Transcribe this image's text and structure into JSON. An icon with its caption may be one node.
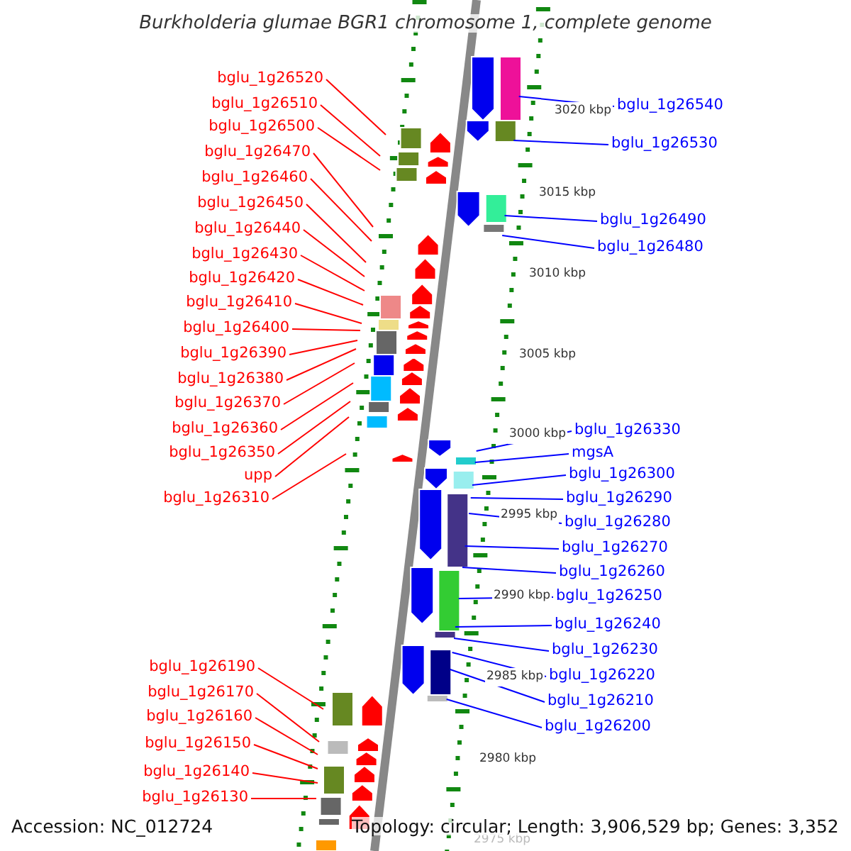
{
  "diagram": {
    "title": "Burkholderia glumae BGR1 chromosome 1, complete genome",
    "nodes": [
      {
        "text": [
          "bglu_1g26520"
        ]
      },
      {
        "text": [
          "bglu_1g26510"
        ]
      },
      {
        "text": [
          "bglu_1g26500"
        ]
      },
      {
        "text": [
          "bglu_1g26470"
        ]
      },
      {
        "text": [
          "bglu_1g26460"
        ]
      },
      {
        "text": [
          "bglu_1g26450"
        ]
      },
      {
        "text": [
          "bglu_1g26440"
        ]
      },
      {
        "text": [
          "bglu_1g26430"
        ]
      },
      {
        "text": [
          "bglu_1g26420"
        ]
      },
      {
        "text": [
          "bglu_1g26410"
        ]
      },
      {
        "text": [
          "bglu_1g26400"
        ]
      },
      {
        "text": [
          "bglu_1g26390"
        ]
      },
      {
        "text": [
          "bglu_1g26380"
        ]
      },
      {
        "text": [
          "bglu_1g26370"
        ]
      },
      {
        "text": [
          "bglu_1g26360"
        ]
      },
      {
        "text": [
          "bglu_1g26350"
        ]
      },
      {
        "text": [
          "upp"
        ]
      },
      {
        "text": [
          "bglu_1g26310"
        ]
      },
      {
        "text": [
          "bglu_1g26190"
        ]
      },
      {
        "text": [
          "bglu_1g26170"
        ]
      },
      {
        "text": [
          "bglu_1g26160"
        ]
      },
      {
        "text": [
          "bglu_1g26150"
        ]
      },
      {
        "text": [
          "bglu_1g26140"
        ]
      },
      {
        "text": [
          "bglu_1g26130"
        ]
      },
      {
        "text": [
          "bglu_1g26540"
        ]
      },
      {
        "text": [
          "bglu_1g26530"
        ]
      },
      {
        "text": [
          "bglu_1g26490"
        ]
      },
      {
        "text": [
          "bglu_1g26480"
        ]
      },
      {
        "text": [
          "bglu_1g26330"
        ]
      },
      {
        "text": [
          "mgsA"
        ]
      },
      {
        "text": [
          "bglu_1g26300"
        ]
      },
      {
        "text": [
          "bglu_1g26290"
        ]
      },
      {
        "text": [
          "bglu_1g26280"
        ]
      },
      {
        "text": [
          "bglu_1g26270"
        ]
      },
      {
        "text": [
          "bglu_1g26260"
        ]
      },
      {
        "text": [
          "bglu_1g26250"
        ]
      },
      {
        "text": [
          "bglu_1g26240"
        ]
      },
      {
        "text": [
          "bglu_1g26230"
        ]
      },
      {
        "text": [
          "bglu_1g26220"
        ]
      },
      {
        "text": [
          "bglu_1g26210"
        ]
      },
      {
        "text": [
          "bglu_1g26200"
        ]
      }
    ],
    "edges": [
      {
        "from": 0,
        "to": null,
        "arrow": "none"
      },
      {
        "from": 1,
        "to": null,
        "arrow": "none"
      },
      {
        "from": 2,
        "to": null,
        "arrow": "none"
      },
      {
        "from": 3,
        "to": null,
        "arrow": "none"
      },
      {
        "from": 4,
        "to": null,
        "arrow": "none"
      },
      {
        "from": 5,
        "to": null,
        "arrow": "none"
      },
      {
        "from": 6,
        "to": null,
        "arrow": "none"
      },
      {
        "from": 7,
        "to": null,
        "arrow": "none"
      },
      {
        "from": 8,
        "to": null,
        "arrow": "none"
      },
      {
        "from": 9,
        "to": null,
        "arrow": "none"
      },
      {
        "from": 10,
        "to": null,
        "arrow": "none"
      },
      {
        "from": 11,
        "to": null,
        "arrow": "none"
      },
      {
        "from": 12,
        "to": null,
        "arrow": "none"
      },
      {
        "from": 13,
        "to": null,
        "arrow": "none"
      },
      {
        "from": 14,
        "to": null,
        "arrow": "none"
      },
      {
        "from": 15,
        "to": null,
        "arrow": "none"
      },
      {
        "from": 16,
        "to": null,
        "arrow": "none"
      },
      {
        "from": 17,
        "to": null,
        "arrow": "none"
      },
      {
        "from": 18,
        "to": null,
        "arrow": "none"
      },
      {
        "from": 19,
        "to": null,
        "arrow": "none"
      },
      {
        "from": 20,
        "to": null,
        "arrow": "none"
      },
      {
        "from": 21,
        "to": null,
        "arrow": "none"
      },
      {
        "from": 22,
        "to": null,
        "arrow": "none"
      },
      {
        "from": 23,
        "to": null,
        "arrow": "none"
      },
      {
        "from": 24,
        "to": null,
        "arrow": "none",
        "color": "#0000ff"
      },
      {
        "from": 25,
        "to": null,
        "arrow": "none",
        "color": "#0000ff"
      },
      {
        "from": 26,
        "to": null,
        "arrow": "none",
        "color": "#0000ff"
      },
      {
        "from": 27,
        "to": null,
        "arrow": "none",
        "color": "#0000ff"
      },
      {
        "from": 28,
        "to": null,
        "arrow": "none",
        "color": "#0000ff"
      },
      {
        "from": 29,
        "to": null,
        "arrow": "none",
        "color": "#0000ff"
      },
      {
        "from": 30,
        "to": null,
        "arrow": "none",
        "color": "#0000ff"
      },
      {
        "from": 31,
        "to": null,
        "arrow": "none",
        "color": "#0000ff"
      },
      {
        "from": 32,
        "to": null,
        "arrow": "none",
        "color": "#0000ff"
      },
      {
        "from": 33,
        "to": null,
        "arrow": "none",
        "color": "#0000ff"
      },
      {
        "from": 34,
        "to": null,
        "arrow": "none",
        "color": "#0000ff"
      },
      {
        "from": 35,
        "to": null,
        "arrow": "none",
        "color": "#0000ff"
      },
      {
        "from": 36,
        "to": null,
        "arrow": "none",
        "color": "#0000ff"
      },
      {
        "from": 37,
        "to": null,
        "arrow": "none",
        "color": "#0000ff"
      },
      {
        "from": 38,
        "to": null,
        "arrow": "none",
        "color": "#0000ff"
      },
      {
        "from": 39,
        "to": null,
        "arrow": "none",
        "color": "#0000ff"
      },
      {
        "from": 40,
        "to": null,
        "arrow": "none",
        "color": "#0000ff"
      }
    ],
    "labels": [
      "3020 kbp",
      "3015 kbp",
      "3010 kbp",
      "3005 kbp",
      "3000 kbp",
      "2995 kbp",
      "2990 kbp",
      "2985 kbp",
      "2980 kbp",
      "2975 kbp",
      "Accession: NC_012724",
      "Topology: circular; Length: 3,906,529 bp; Genes: 3,352"
    ]
  }
}
